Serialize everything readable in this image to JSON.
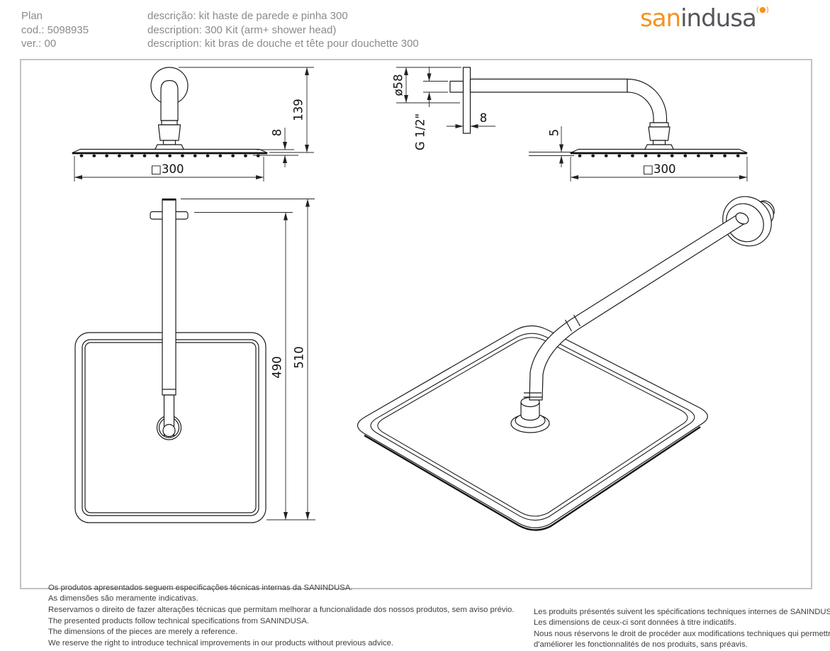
{
  "header": {
    "plan_label": "Plan",
    "code": "cod.: 5098935",
    "version": "ver.: 00",
    "descriptions": {
      "pt": "descrição: kit haste de parede e pinha 300",
      "en": "description: 300 Kit (arm+ shower head)",
      "fr": "description: kit bras de douche et tête pour douchette 300"
    }
  },
  "logo": {
    "text_primary": "san",
    "text_secondary": "indusa",
    "mark": "(●)",
    "color_primary": "#F6921E",
    "color_secondary": "#55565B"
  },
  "drawings": {
    "front_view": {
      "height": "139",
      "head_thickness": "8",
      "width": "□300"
    },
    "side_view": {
      "flange_diameter": "ø58",
      "thread": "G 1/2\"",
      "flange_thickness": "8",
      "head_thickness": "5",
      "width": "□300"
    },
    "plan_view": {
      "arm_length": "490",
      "total_length": "510"
    }
  },
  "footer": {
    "pt": [
      "Os produtos apresentados seguem especificações técnicas internas da SANINDUSA.",
      "As dimensões são meramente indicativas.",
      "Reservamos o direito de fazer alterações técnicas que permitam melhorar a funcionalidade dos nossos produtos, sem aviso prévio."
    ],
    "en": [
      "The presented products follow technical specifications from SANINDUSA.",
      "The dimensions of the pieces are merely a reference.",
      "We reserve the right to introduce technical improvements in our products without previous advice."
    ],
    "fr": [
      "Les produits présentés suivent les spécifications techniques internes de SANINDUSA.",
      "Les dimensions de ceux-ci sont données à titre indicatifs.",
      "Nous nous réservons le droit de procéder aux modifications techniques qui permettraient",
      "d'améliorer les fonctionnalités de nos produits, sans préavis."
    ]
  }
}
